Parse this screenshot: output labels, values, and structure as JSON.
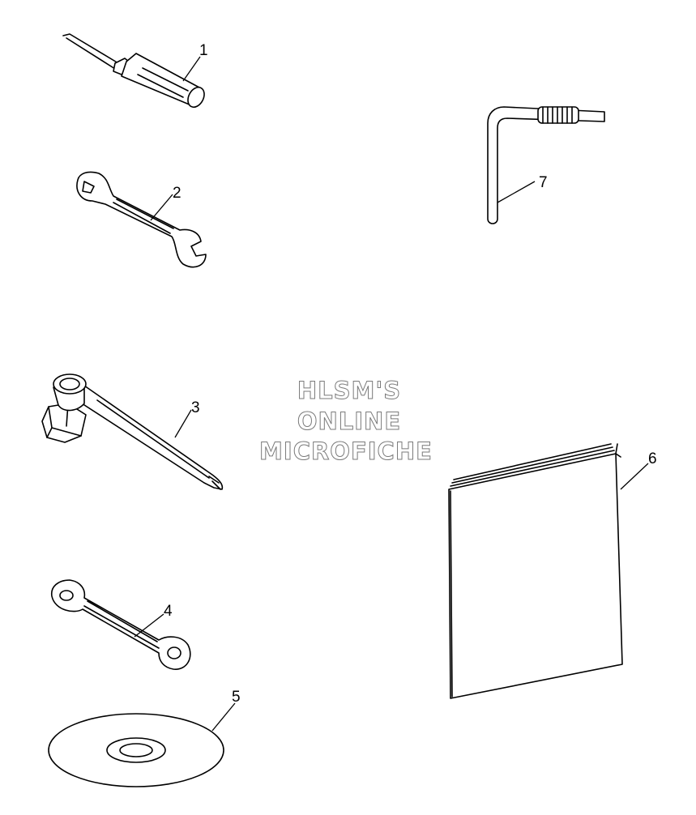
{
  "callouts": [
    {
      "num": "1",
      "part": "screwdriver-icon"
    },
    {
      "num": "2",
      "part": "open-end-wrench-icon"
    },
    {
      "num": "3",
      "part": "socket-wrench-icon"
    },
    {
      "num": "4",
      "part": "ring-wrench-icon"
    },
    {
      "num": "5",
      "part": "disc-icon"
    },
    {
      "num": "6",
      "part": "manual-booklet-icon"
    },
    {
      "num": "7",
      "part": "hex-key-icon"
    }
  ],
  "watermark": {
    "line1": "HLSM'S",
    "line2": "ONLINE",
    "line3": "MICROFICHE"
  }
}
